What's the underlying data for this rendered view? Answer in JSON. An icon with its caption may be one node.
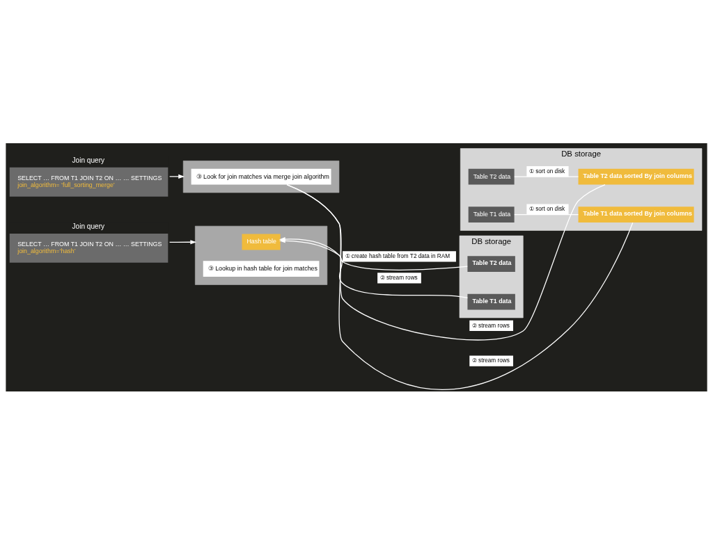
{
  "diagram": {
    "nodes": [
      {
        "text": [
          "Join query",
          "SELECT … FROM T1 JOIN T2 ON … … SETTINGS",
          "join_algorithm=‘hash’"
        ]
      },
      {
        "text": [],
        "shape": "box"
      },
      {
        "text": [
          "Hash table"
        ],
        "in": 1
      },
      {
        "text": [
          "③ Lookup in hash table for join matches"
        ],
        "in": 1
      },
      {
        "text": [
          "DB storage"
        ]
      },
      {
        "text": [
          "Table T2 data"
        ],
        "in": 4
      },
      {
        "text": [
          "Table T1 data"
        ],
        "in": 4
      },
      {
        "text": [
          "Join query",
          "SELECT … FROM T1 JOIN T2 ON … … SETTINGS",
          "join_algorithm= ‘full_sorting_merge’"
        ]
      },
      {
        "text": [],
        "shape": "box"
      },
      {
        "text": [
          "③ Look for join matches via merge join algorithm"
        ],
        "in": 8
      },
      {
        "text": [
          "DB storage"
        ]
      },
      {
        "text": [
          "Table T2 data"
        ],
        "in": 10
      },
      {
        "text": [
          "Table T2 data sorted By join columns"
        ],
        "in": 10
      },
      {
        "text": [
          "Table T1 data"
        ],
        "in": 10
      },
      {
        "text": [
          "Table T1 data sorted By join columns"
        ],
        "in": 10
      }
    ],
    "edges": [
      {
        "from": 0,
        "to": 1,
        "arrow": "to"
      },
      {
        "from": 5,
        "to": 2,
        "arrow": "to",
        "label": "① create hash table from T2 data in RAM"
      },
      {
        "from": 6,
        "to": 2,
        "arrow": "to",
        "label": "② stream rows"
      },
      {
        "from": 7,
        "to": 8,
        "arrow": "to"
      },
      {
        "from": 11,
        "to": 12,
        "arrow": "none",
        "label": "① sort on disk"
      },
      {
        "from": 12,
        "to": 9,
        "arrow": "none",
        "label": "② stream rows"
      },
      {
        "from": 13,
        "to": 14,
        "arrow": "none",
        "label": "① sort on disk"
      },
      {
        "from": 14,
        "to": 9,
        "arrow": "none",
        "label": "② stream rows"
      }
    ]
  }
}
